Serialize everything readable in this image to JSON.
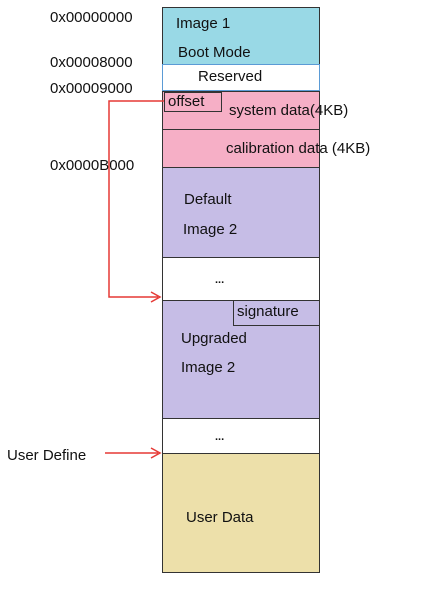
{
  "addresses": {
    "a0": "0x00000000",
    "a1": "0x00008000",
    "a2": "0x00009000",
    "a3": "0x0000B000"
  },
  "blocks": {
    "image1": {
      "line1": "Image 1",
      "line2": "Boot Mode"
    },
    "reserved": "Reserved",
    "offset": "offset",
    "system_data": "system data(4KB)",
    "calibration_data": "calibration data (4KB)",
    "default_image2": {
      "line1": "Default",
      "line2": "Image 2"
    },
    "ellipsis1": "...",
    "signature": "signature",
    "upgraded_image2": {
      "line1": "Upgraded",
      "line2": "Image 2"
    },
    "ellipsis2": "...",
    "user_data": "User Data"
  },
  "user_define": "User Define",
  "colors": {
    "image1": "#99d9e6",
    "system": "#f6afc6",
    "image2": "#c6bde6",
    "user_data": "#ede0aa",
    "border": "#333333",
    "arrow": "#e53935"
  }
}
